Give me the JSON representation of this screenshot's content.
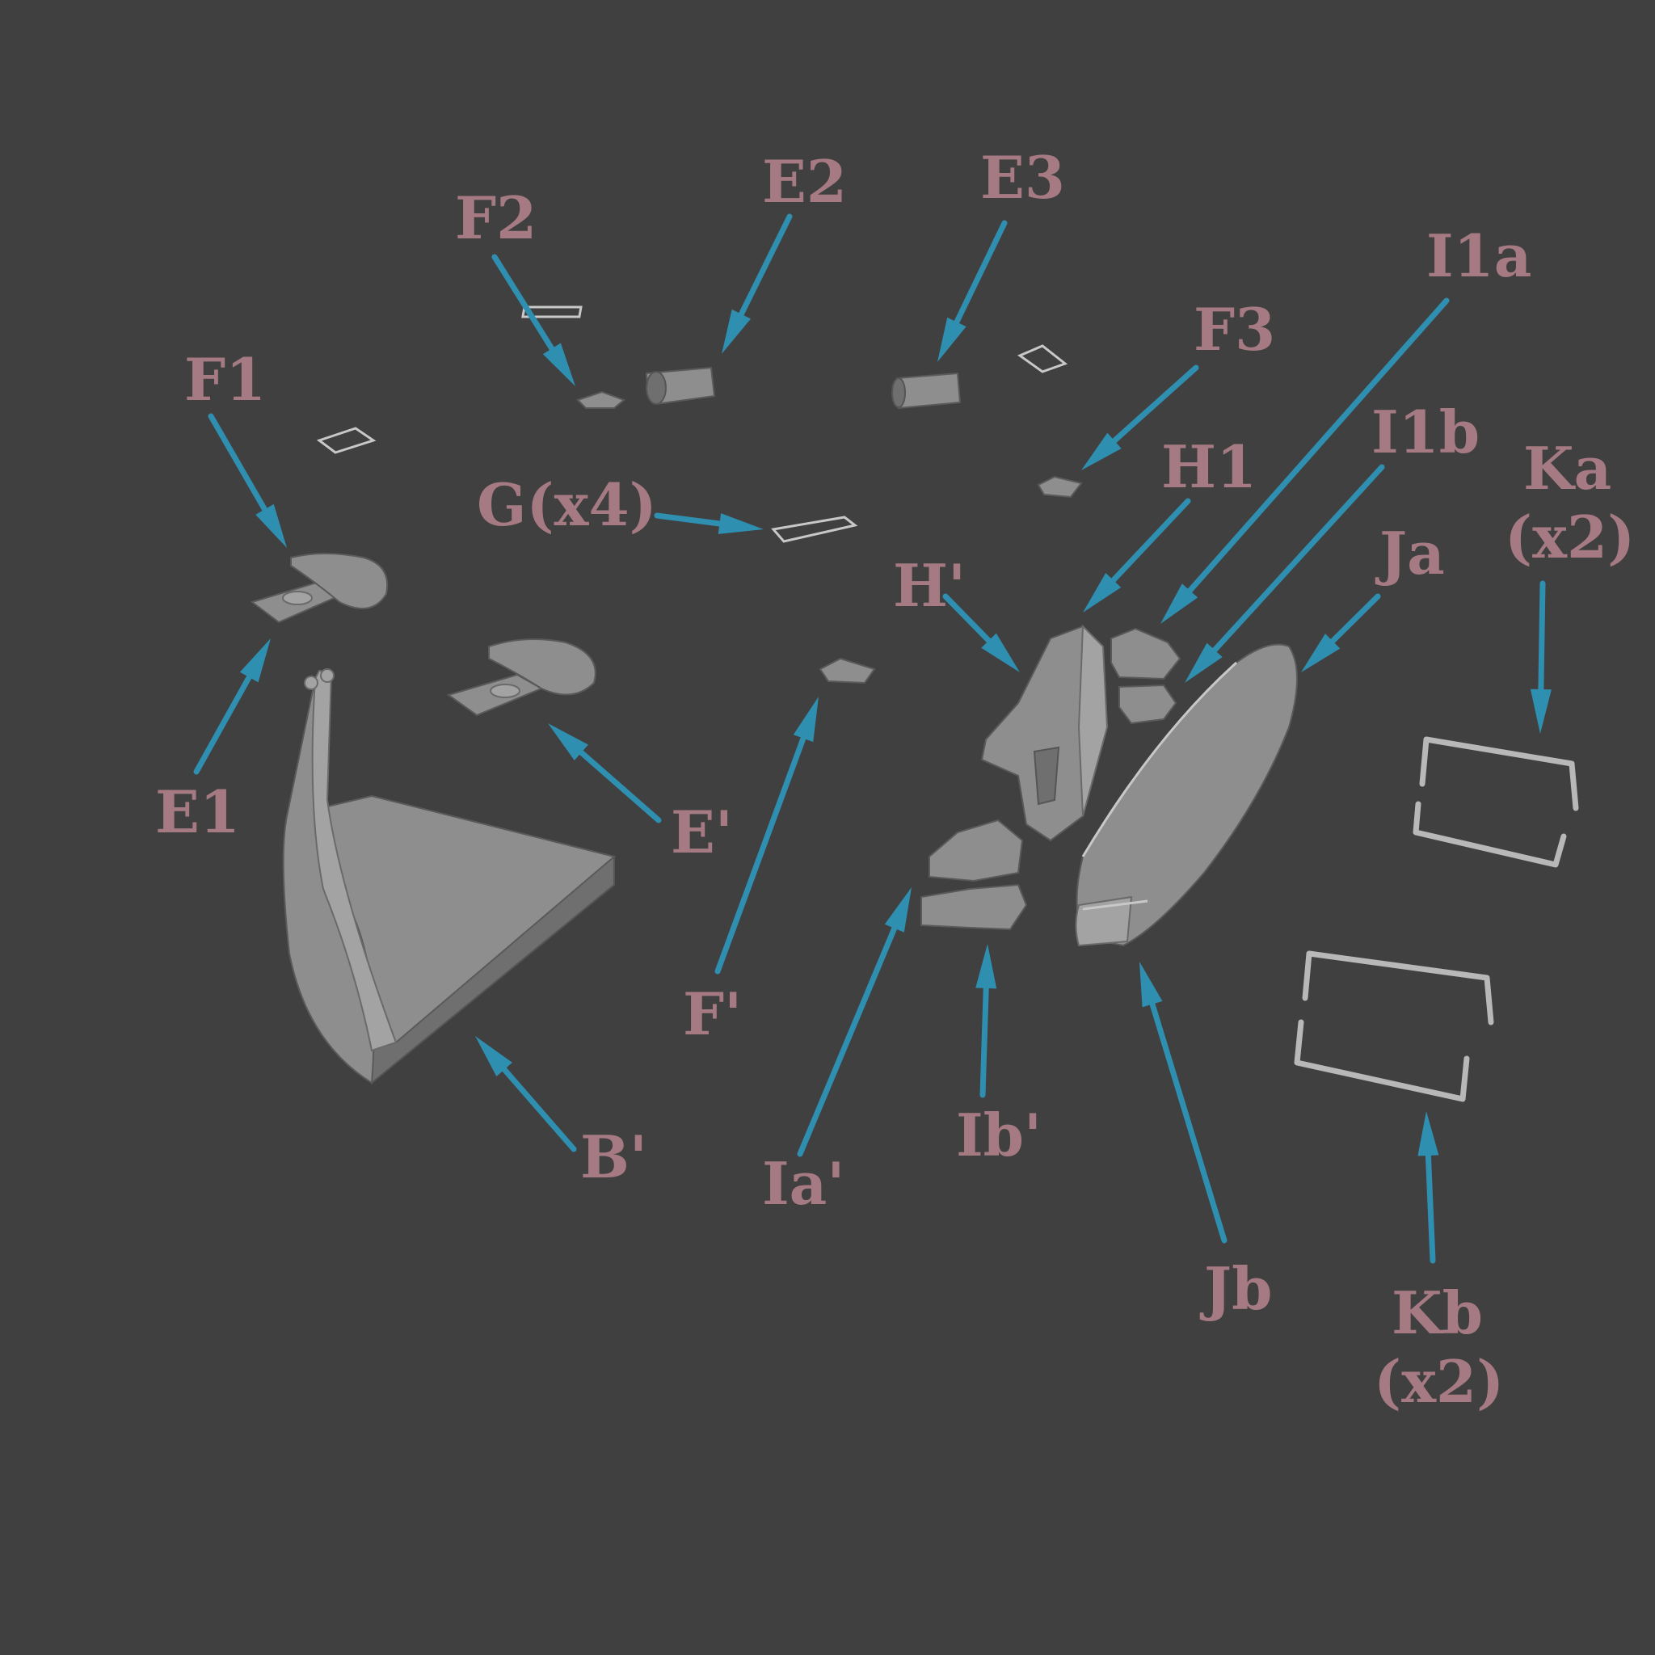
{
  "colors": {
    "background": "#404040",
    "label": "#a67a83",
    "arrow": "#2f8fb0",
    "part": "#8e8e8e"
  },
  "labels": {
    "F2": "F2",
    "E2": "E2",
    "E3": "E3",
    "I1a": "I1a",
    "F3": "F3",
    "F1": "F1",
    "I1b": "I1b",
    "H1": "H1",
    "Ka_line1": "Ka",
    "Ka_line2": "(x2)",
    "G": "G(x4)",
    "H_prime": "H'",
    "Ja": "Ja",
    "E1": "E1",
    "E_prime": "E'",
    "F_prime": "F'",
    "B_prime": "B'",
    "Ib_prime": "Ib'",
    "Ia_prime": "Ia'",
    "Jb": "Jb",
    "Kb_line1": "Kb",
    "Kb_line2": "(x2)"
  }
}
